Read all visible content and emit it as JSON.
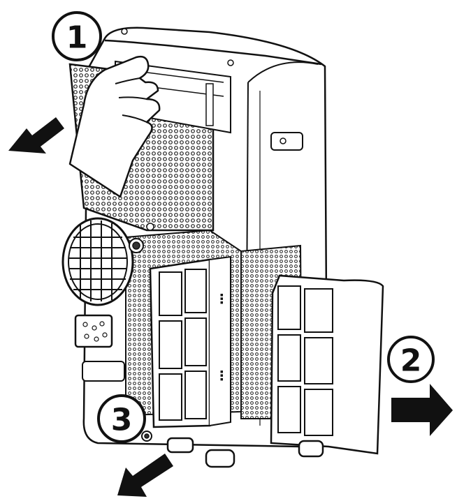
{
  "diagram": {
    "steps": [
      {
        "id": "step-1",
        "label": "1"
      },
      {
        "id": "step-2",
        "label": "2"
      },
      {
        "id": "step-3",
        "label": "3"
      }
    ],
    "colors": {
      "line": "#111111",
      "fill": "#ffffff",
      "mesh": "#222222",
      "arrow": "#111111"
    }
  }
}
